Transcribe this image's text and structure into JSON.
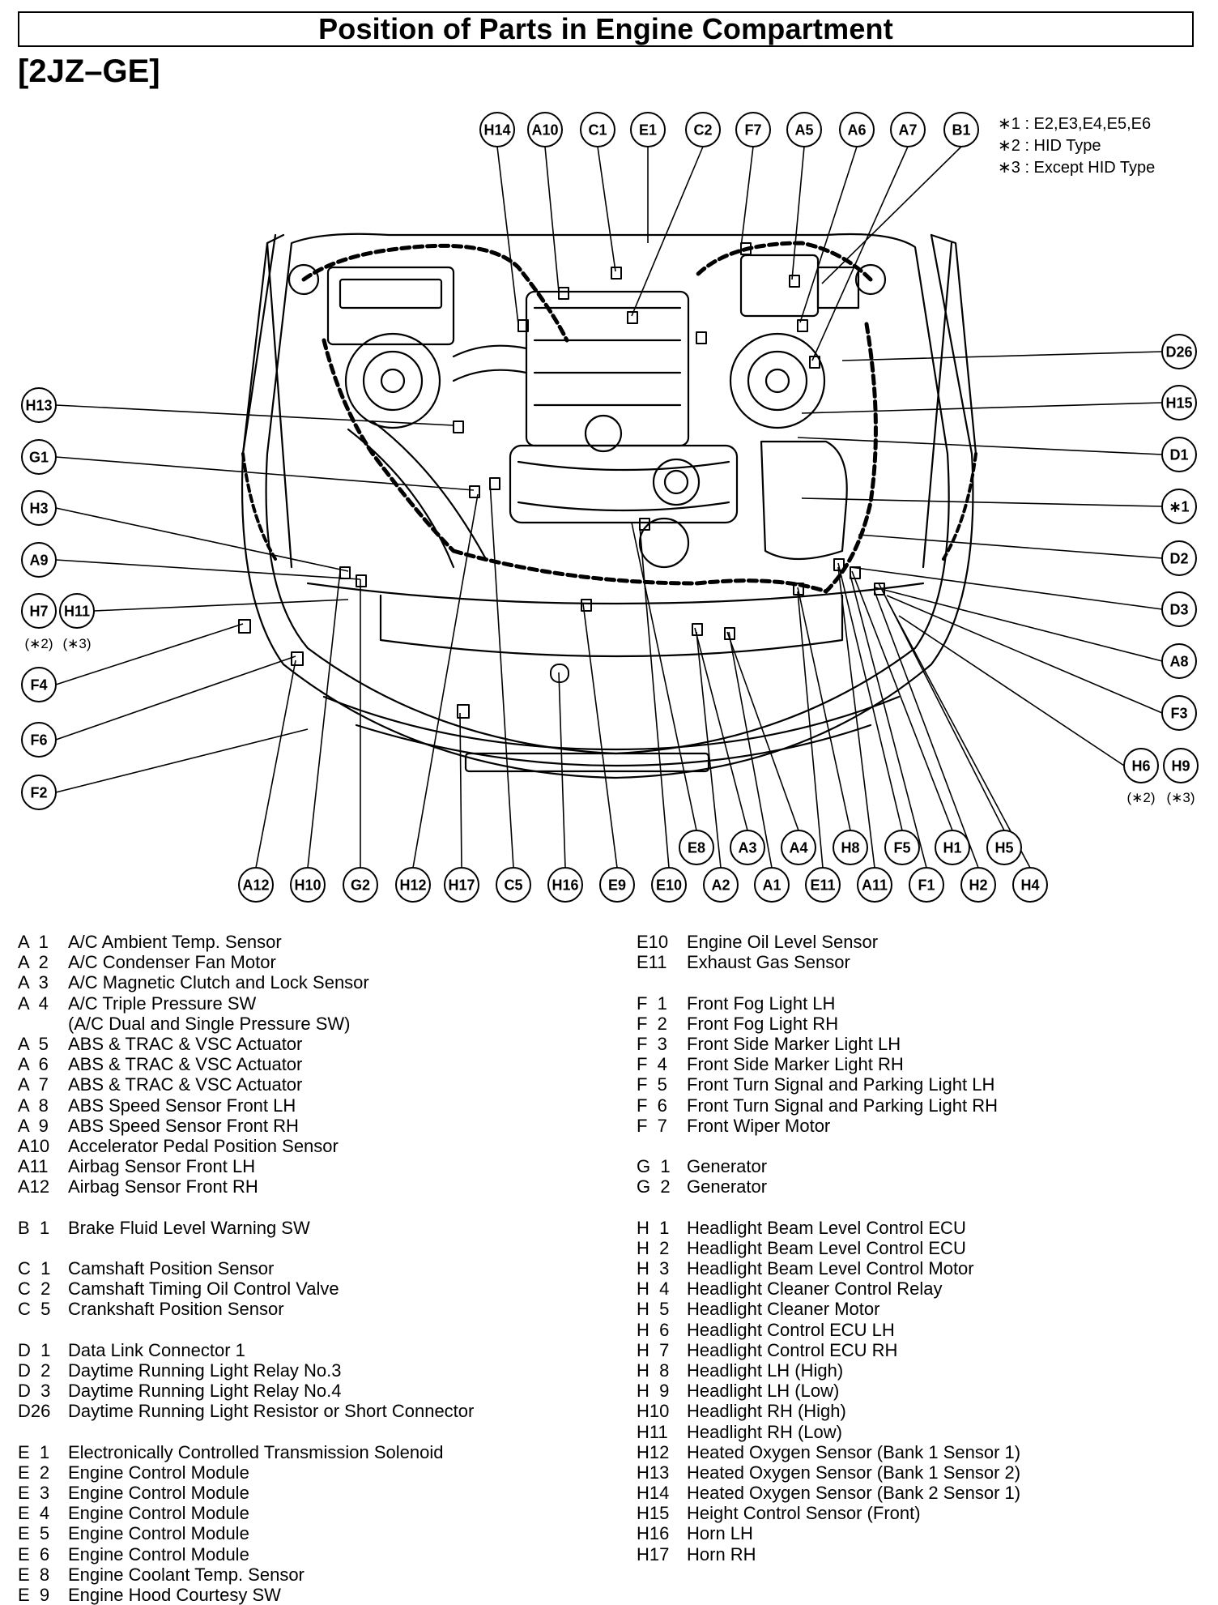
{
  "title": "Position of Parts in Engine Compartment",
  "engine_code": "[2JZ–GE]",
  "notes": [
    "∗1 : E2,E3,E4,E5,E6",
    "∗2 : HID Type",
    "∗3 : Except HID Type"
  ],
  "diagram_labels": {
    "top": [
      "H14",
      "A10",
      "C1",
      "E1",
      "C2",
      "F7",
      "A5",
      "A6",
      "A7",
      "B1"
    ],
    "left": [
      "H13",
      "G1",
      "H3",
      "A9",
      "H7",
      "H11",
      "F4",
      "F6",
      "F2"
    ],
    "left_subs": [
      "(∗2)",
      "(∗3)"
    ],
    "right": [
      "D26",
      "H15",
      "D1",
      "∗1",
      "D2",
      "D3",
      "A8",
      "F3",
      "H6",
      "H9"
    ],
    "right_subs": [
      "(∗2)",
      "(∗3)"
    ],
    "bottom_upper": [
      "E8",
      "A3",
      "A4",
      "H8",
      "F5",
      "H1",
      "H5"
    ],
    "bottom_lower": [
      "A12",
      "H10",
      "G2",
      "H12",
      "H17",
      "C5",
      "H16",
      "E9",
      "E10",
      "A2",
      "A1",
      "E11",
      "A11",
      "F1",
      "H2",
      "H4"
    ]
  },
  "legend": {
    "left": [
      [
        "A  1",
        "A/C Ambient Temp. Sensor"
      ],
      [
        "A  2",
        "A/C Condenser Fan Motor"
      ],
      [
        "A  3",
        "A/C Magnetic Clutch and Lock Sensor"
      ],
      [
        "A  4",
        "A/C Triple Pressure SW"
      ],
      [
        "",
        "(A/C Dual and Single Pressure SW)"
      ],
      [
        "A  5",
        "ABS & TRAC & VSC Actuator"
      ],
      [
        "A  6",
        "ABS & TRAC & VSC Actuator"
      ],
      [
        "A  7",
        "ABS & TRAC & VSC Actuator"
      ],
      [
        "A  8",
        "ABS Speed Sensor Front LH"
      ],
      [
        "A  9",
        "ABS Speed Sensor Front RH"
      ],
      [
        "A10",
        "Accelerator Pedal Position Sensor"
      ],
      [
        "A11",
        "Airbag Sensor Front LH"
      ],
      [
        "A12",
        "Airbag Sensor Front RH"
      ],
      null,
      [
        "B  1",
        "Brake Fluid Level Warning SW"
      ],
      null,
      [
        "C  1",
        "Camshaft Position Sensor"
      ],
      [
        "C  2",
        "Camshaft Timing Oil Control Valve"
      ],
      [
        "C  5",
        "Crankshaft Position Sensor"
      ],
      null,
      [
        "D  1",
        "Data Link Connector 1"
      ],
      [
        "D  2",
        "Daytime Running Light Relay No.3"
      ],
      [
        "D  3",
        "Daytime Running Light Relay No.4"
      ],
      [
        "D26",
        "Daytime Running Light Resistor or Short Connector"
      ],
      null,
      [
        "E  1",
        "Electronically Controlled Transmission Solenoid"
      ],
      [
        "E  2",
        "Engine Control Module"
      ],
      [
        "E  3",
        "Engine Control Module"
      ],
      [
        "E  4",
        "Engine Control Module"
      ],
      [
        "E  5",
        "Engine Control Module"
      ],
      [
        "E  6",
        "Engine Control Module"
      ],
      [
        "E  8",
        "Engine Coolant Temp. Sensor"
      ],
      [
        "E  9",
        "Engine Hood Courtesy SW"
      ]
    ],
    "right": [
      [
        "E10",
        "Engine Oil Level Sensor"
      ],
      [
        "E11",
        "Exhaust Gas Sensor"
      ],
      null,
      [
        "F  1",
        "Front Fog Light LH"
      ],
      [
        "F  2",
        "Front Fog Light RH"
      ],
      [
        "F  3",
        "Front Side Marker Light LH"
      ],
      [
        "F  4",
        "Front Side Marker Light RH"
      ],
      [
        "F  5",
        "Front Turn Signal and Parking Light LH"
      ],
      [
        "F  6",
        "Front Turn Signal and Parking Light RH"
      ],
      [
        "F  7",
        "Front Wiper Motor"
      ],
      null,
      [
        "G  1",
        "Generator"
      ],
      [
        "G  2",
        "Generator"
      ],
      null,
      [
        "H  1",
        "Headlight Beam Level Control ECU"
      ],
      [
        "H  2",
        "Headlight Beam Level Control ECU"
      ],
      [
        "H  3",
        "Headlight Beam Level Control Motor"
      ],
      [
        "H  4",
        "Headlight Cleaner Control Relay"
      ],
      [
        "H  5",
        "Headlight Cleaner Motor"
      ],
      [
        "H  6",
        "Headlight Control ECU LH"
      ],
      [
        "H  7",
        "Headlight Control ECU RH"
      ],
      [
        "H  8",
        "Headlight LH (High)"
      ],
      [
        "H  9",
        "Headlight LH (Low)"
      ],
      [
        "H10",
        "Headlight RH (High)"
      ],
      [
        "H11",
        "Headlight RH (Low)"
      ],
      [
        "H12",
        "Heated Oxygen Sensor (Bank 1 Sensor 1)"
      ],
      [
        "H13",
        "Heated Oxygen Sensor (Bank 1 Sensor 2)"
      ],
      [
        "H14",
        "Heated Oxygen Sensor (Bank 2 Sensor 1)"
      ],
      [
        "H15",
        "Height Control Sensor (Front)"
      ],
      [
        "H16",
        "Horn LH"
      ],
      [
        "H17",
        "Horn RH"
      ]
    ]
  }
}
